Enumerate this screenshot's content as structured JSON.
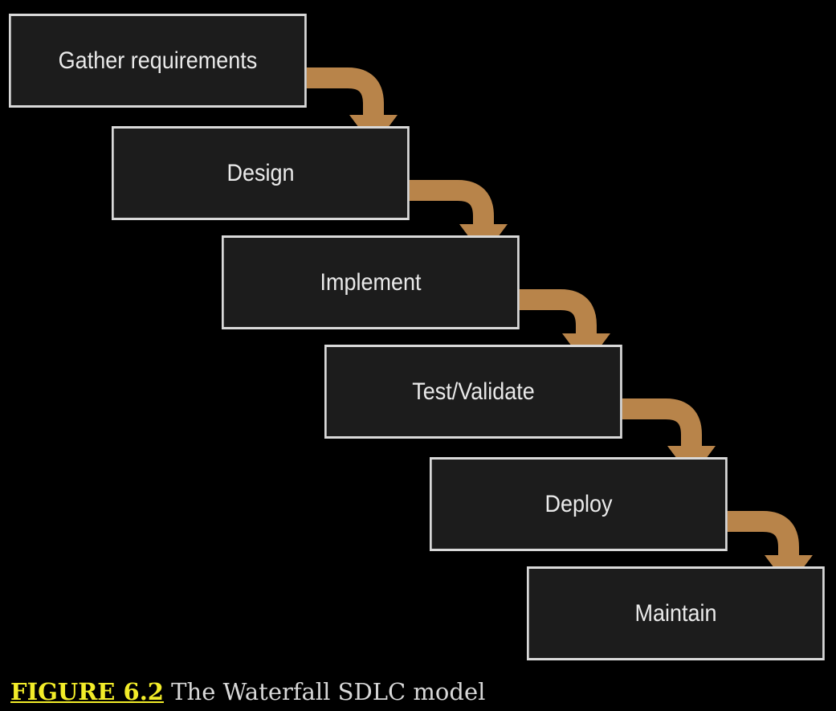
{
  "diagram": {
    "stages": [
      {
        "label": "Gather requirements"
      },
      {
        "label": "Design"
      },
      {
        "label": "Implement"
      },
      {
        "label": "Test/Validate"
      },
      {
        "label": "Deploy"
      },
      {
        "label": "Maintain"
      }
    ],
    "colors": {
      "box_fill": "#1c1c1c",
      "box_border": "#d9d9d9",
      "box_text": "#eaeaea",
      "arrow": "#b8844a",
      "background": "#000000"
    }
  },
  "caption": {
    "figure_ref": "FIGURE 6.2",
    "text": " The Waterfall SDLC model"
  }
}
